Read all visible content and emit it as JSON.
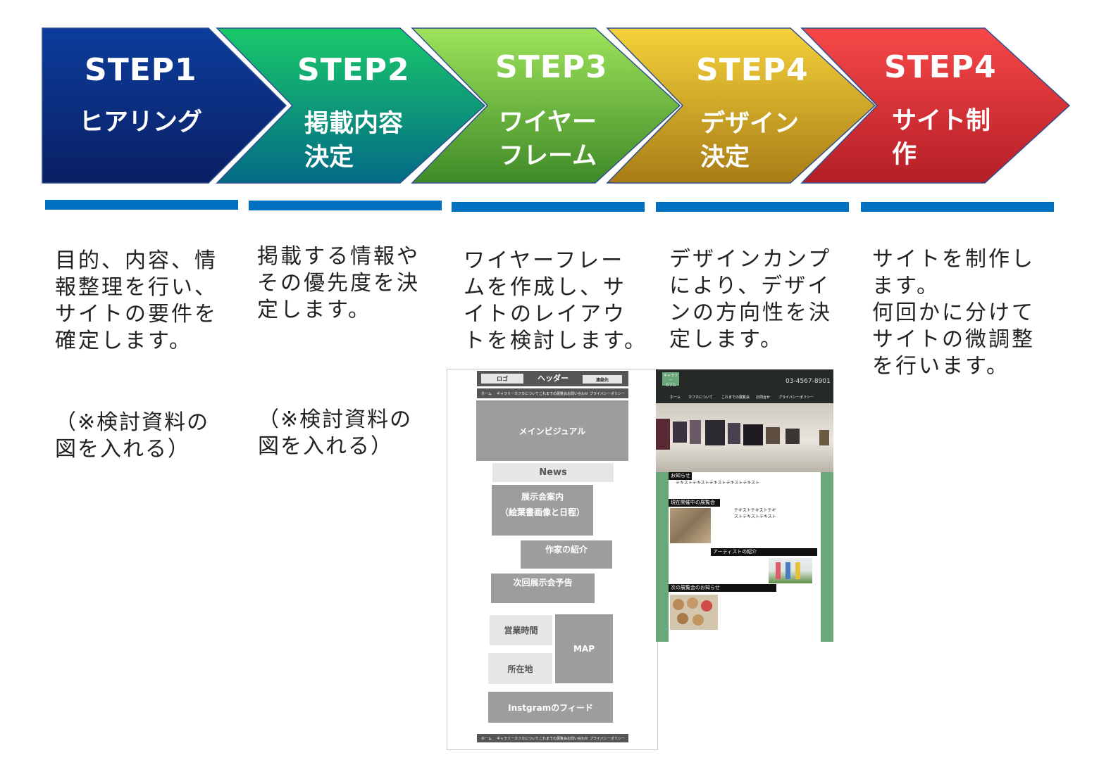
{
  "steps": [
    {
      "title": "STEP1",
      "subtitle": "ヒアリング",
      "description": "目的、内容、情\n報整理を行い、\nサイトの要件を\n確定します。",
      "note": "（※検討資料の\n図を入れる）"
    },
    {
      "title": "STEP2",
      "subtitle": "掲載内容\n決定",
      "description": "掲載する情報や\nその優先度を決\n定します。",
      "note": "（※検討資料の\n図を入れる）"
    },
    {
      "title": "STEP3",
      "subtitle": "ワイヤー\nフレーム",
      "description": "ワイヤーフレー\nムを作成し、サ\nイトのレイアウ\nトを検討します。"
    },
    {
      "title": "STEP4",
      "subtitle": "デザイン\n決定",
      "description": "デザインカンプ\nにより、デザイ\nンの方向性を決\n定します。"
    },
    {
      "title": "STEP4",
      "subtitle": "サイト制\n作",
      "description": "サイトを制作し\nます。\n何回かに分けて\nサイトの微調整\nを行います。"
    }
  ],
  "colors": {
    "step1": [
      "#0c3d9c",
      "#0a1f63"
    ],
    "step2": [
      "#19c96a",
      "#036a86"
    ],
    "step3": [
      "#9ee35a",
      "#3f8a28"
    ],
    "step4": [
      "#f5d23a",
      "#a87c16"
    ],
    "step5": [
      "#f74848",
      "#b41e26"
    ],
    "underline": "#0070c0"
  },
  "wireframe": {
    "logo": "ロゴ",
    "header": "ヘッダー",
    "contact": "連絡先",
    "nav": [
      "ホーム",
      "ギャラリーカフカについて",
      "これまでの展覧会",
      "お問い合わせ",
      "プライバシーポリシー"
    ],
    "main_visual": "メインビジュアル",
    "news": "News",
    "exhibition": "展示会案内\n（絵葉書画像と日程）",
    "artist": "作家の紹介",
    "next_exhibition": "次回展示会予告",
    "hours": "営業時間",
    "map": "MAP",
    "location": "所在地",
    "instagram": "Instgramのフィード"
  },
  "design": {
    "logo": "ギャラリー\nカフカ",
    "phone": "03-4567-8901",
    "nav": [
      "ホーム",
      "カフカについて",
      "これまでの展覧会",
      "お問合せ",
      "プライバシーポリシー"
    ],
    "news_label": "お知らせ",
    "news_text": "テキストテキストテキストテキストテキスト",
    "current_label": "現在開催中の展覧会",
    "current_text": "テキストテキストテキ\nストテキストテキスト",
    "artist_label": "アーティストの紹介",
    "next_label": "次の展覧会のお知らせ"
  }
}
